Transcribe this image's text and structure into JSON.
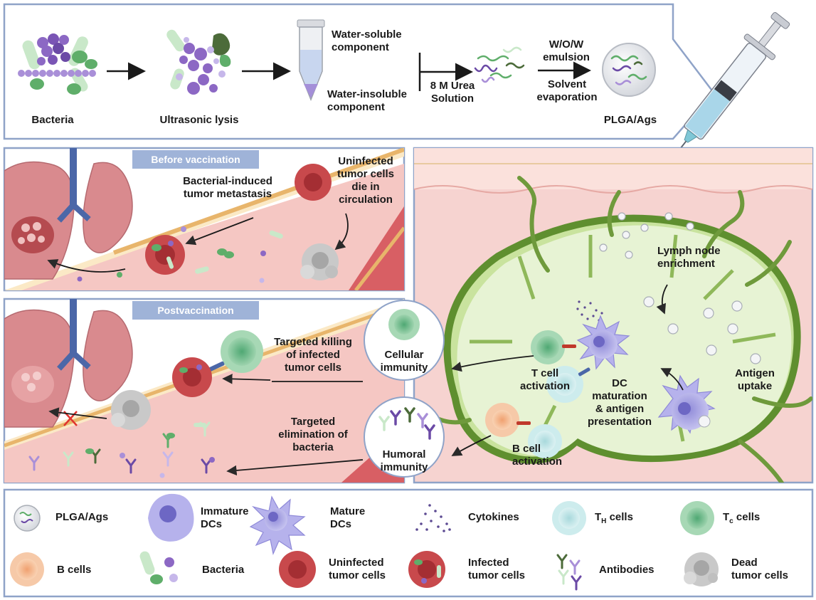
{
  "top_panel": {
    "bacteria": "Bacteria",
    "ultrasonic_lysis": "Ultrasonic lysis",
    "water_soluble": "Water-soluble\ncomponent",
    "water_insoluble": "Water-insoluble\ncomponent",
    "urea": "8 M Urea\nSolution",
    "emulsion": "W/O/W\nemulsion",
    "solvent": "Solvent\nevaporation",
    "plga": "PLGA/Ags"
  },
  "before_panel": {
    "tag": "Before vaccination",
    "metastasis": "Bacterial-induced\ntumor metastasis",
    "uninfected_die": "Uninfected\ntumor cells\ndie in\ncirculation"
  },
  "post_panel": {
    "tag": "Postvaccination",
    "targeted_killing": "Targeted killing\nof infected\ntumor cells",
    "targeted_elimination": "Targeted\nelimination of\nbacteria"
  },
  "immunity": {
    "cellular": "Cellular\nimmunity",
    "humoral": "Humoral\nimmunity"
  },
  "lymph_panel": {
    "enrichment": "Lymph node\nenrichment",
    "t_activation": "T cell\nactivation",
    "dc_maturation": "DC\nmaturation\n& antigen\npresentation",
    "antigen_uptake": "Antigen\nuptake",
    "b_activation": "B cell\nactivation"
  },
  "legend": {
    "plga": "PLGA/Ags",
    "immature_dcs": "Immature\nDCs",
    "mature_dcs": "Mature\nDCs",
    "cytokines": "Cytokines",
    "th_main": "T",
    "th_sub": "H",
    "th_rest": " cells",
    "tc_main": "T",
    "tc_sub": "c",
    "tc_rest": " cells",
    "b_cells": "B cells",
    "bacteria": "Bacteria",
    "uninfected": "Uninfected\ntumor cells",
    "infected": "Infected\ntumor cells",
    "antibodies": "Antibodies",
    "dead": "Dead\ntumor cells"
  },
  "colors": {
    "panel_border": "#8fa3c8",
    "tag_bg": "#9fb3d8",
    "tissue_pink": "#f7d2cf",
    "vessel_red": "#e07a7a",
    "lymph_green": "#cfe3b0",
    "lymph_dark": "#6f9a3c",
    "bacteria_green": "#5fae6a",
    "bacteria_purple": "#8c68c4",
    "tumor_red": "#c4494b",
    "dc_purple": "#a9a6e6",
    "th_cyan": "#bfe3e5",
    "tc_green": "#6fbf8c",
    "b_orange": "#f2b48a"
  }
}
